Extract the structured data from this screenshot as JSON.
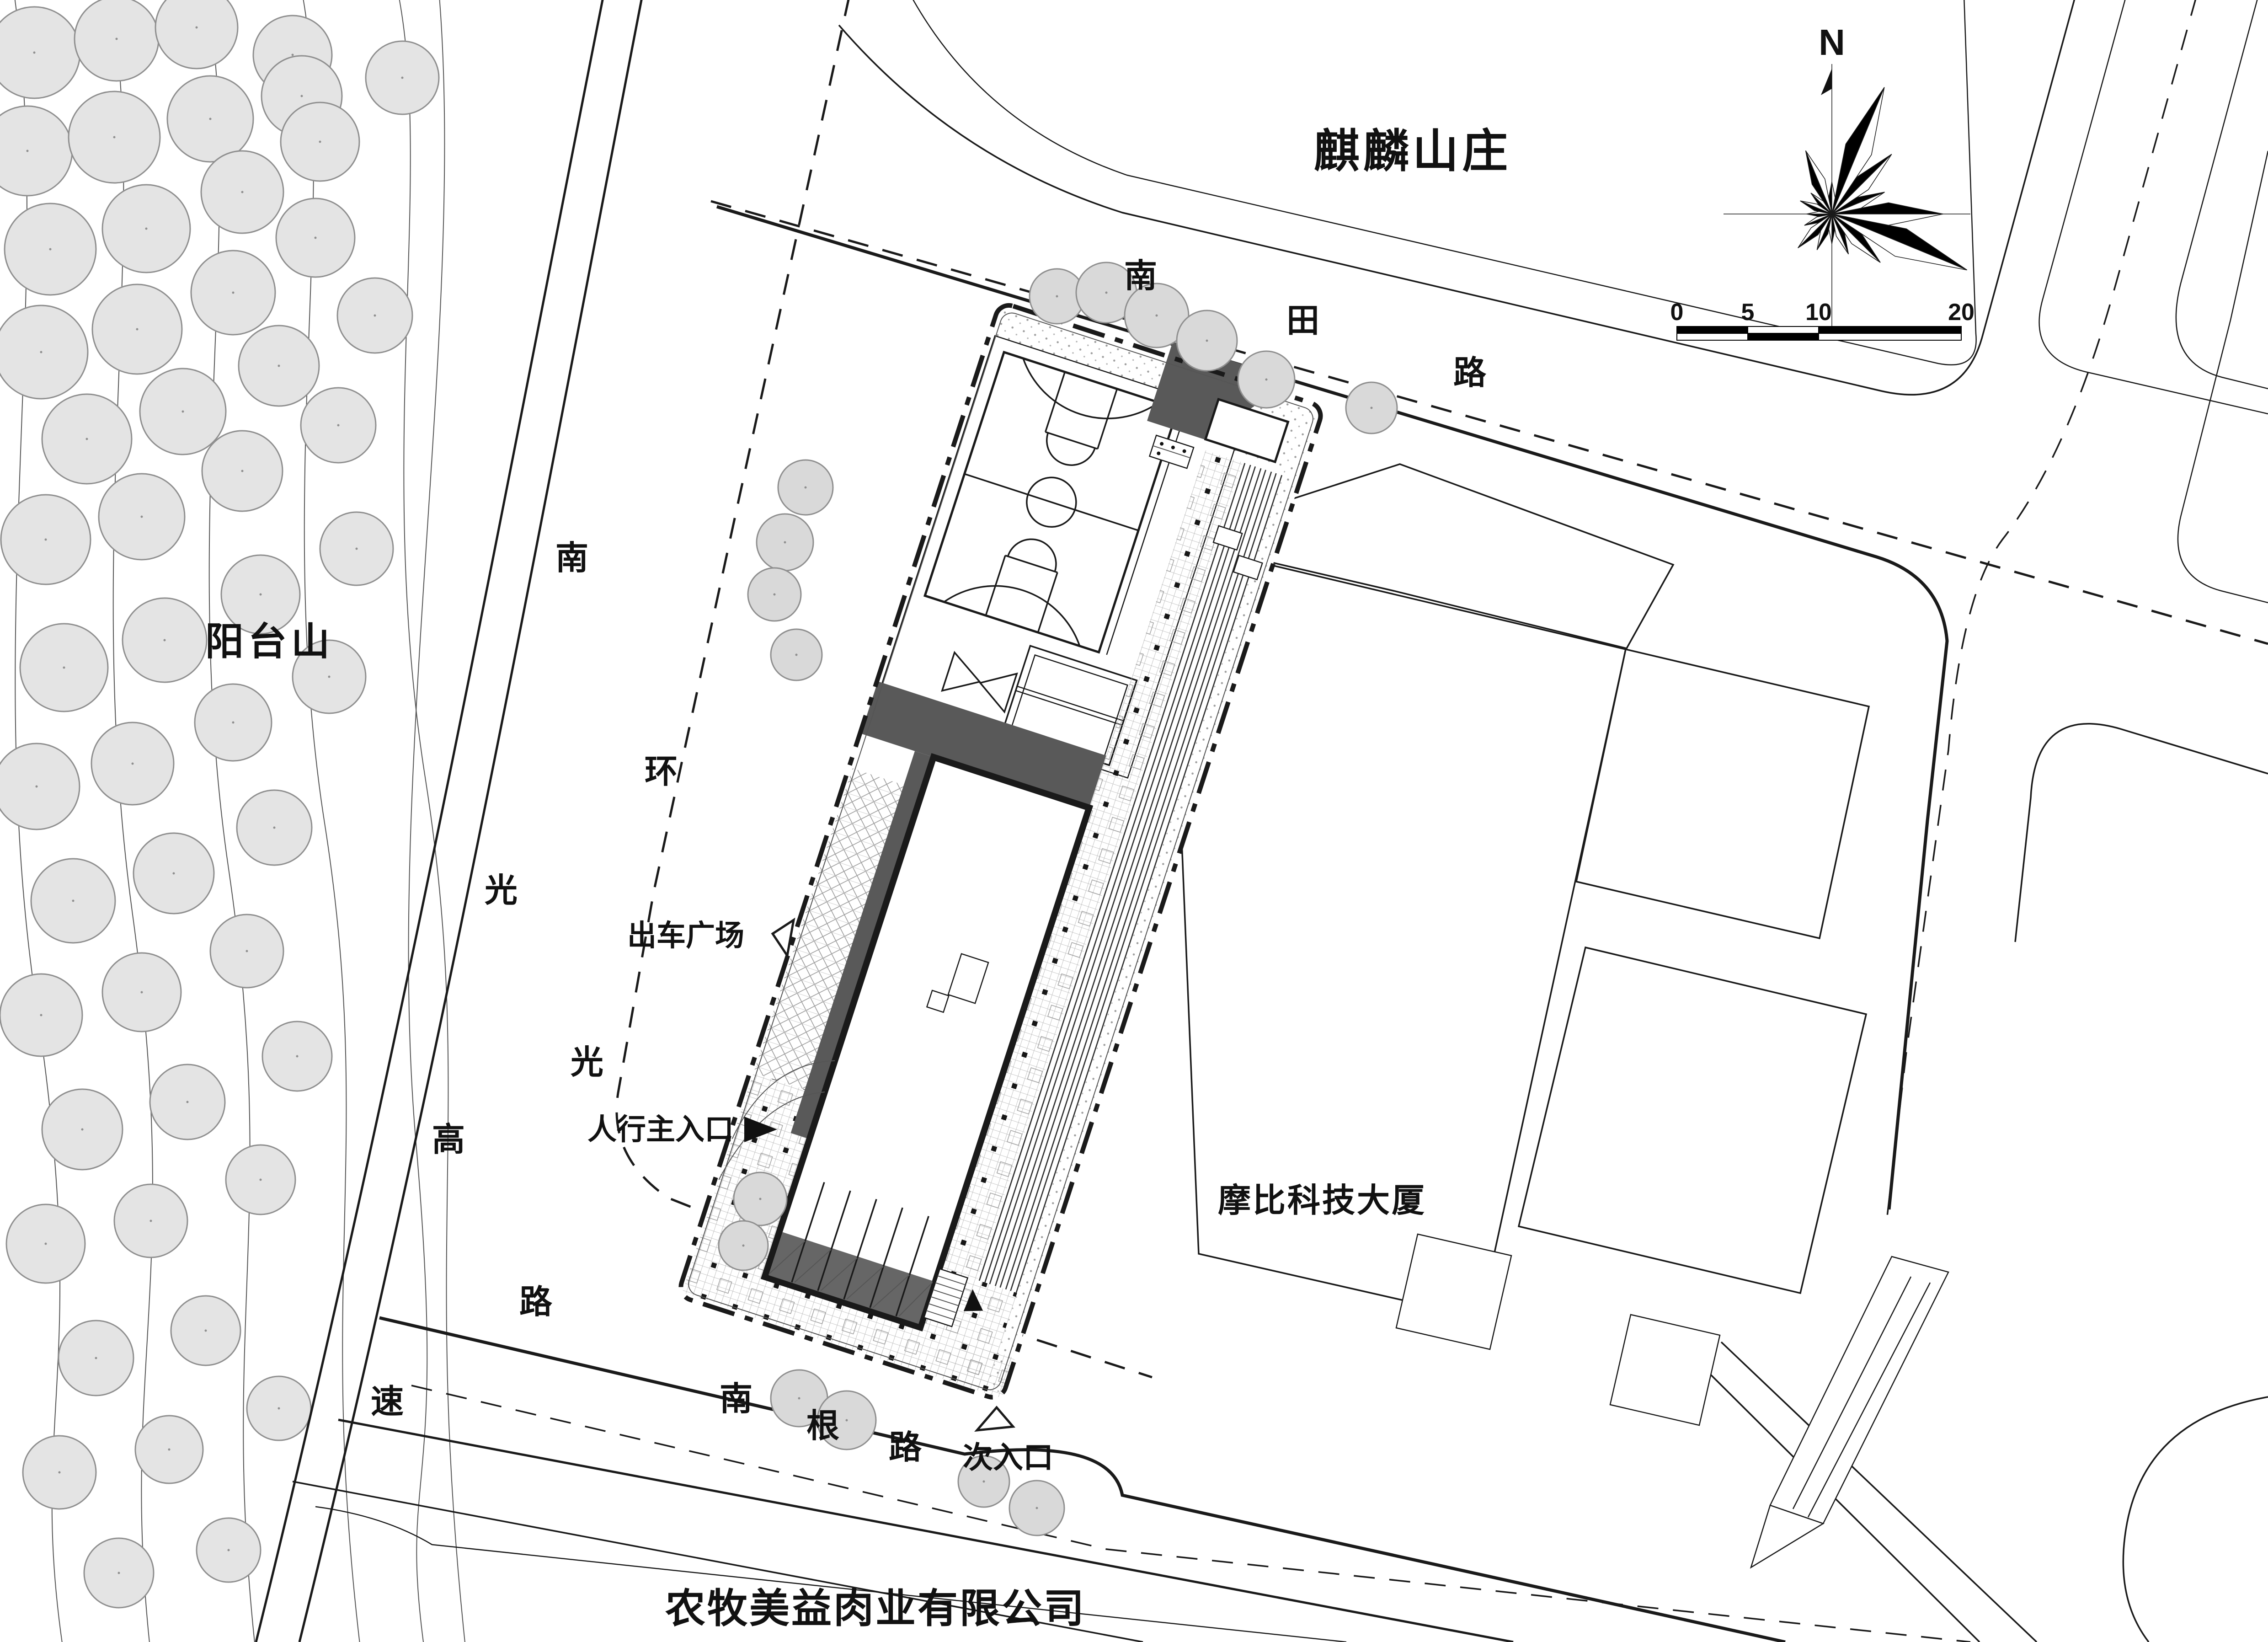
{
  "areas": {
    "mountain_label": "阳台山",
    "villa_label": "麒麟山庄",
    "tower_label": "摩比科技大厦",
    "company_label": "农牧美益肉业有限公司"
  },
  "site": {
    "plaza_label": "出车广场",
    "main_entrance_label": "人行主入口",
    "secondary_entrance_label": "次入口"
  },
  "roads": {
    "nantian": {
      "name": "南田路",
      "chars": [
        "南",
        "田",
        "路"
      ]
    },
    "nanguang": {
      "name": "南光高速",
      "chars": [
        "南",
        "光",
        "高",
        "速"
      ]
    },
    "huanguang": {
      "name": "环光路",
      "chars": [
        "环",
        "光",
        "路"
      ]
    },
    "nangen": {
      "name": "南根路",
      "chars": [
        "南",
        "根",
        "路"
      ]
    }
  },
  "compass": {
    "north_label": "N"
  },
  "scale_bar": {
    "ticks": [
      "0",
      "5",
      "10",
      "20"
    ]
  },
  "colors": {
    "ink": "#1a1a1a",
    "shadow": "#595959",
    "tree_fill": "#e4e4e4",
    "tree_stroke": "#8f8f8f",
    "site_tree_fill": "#d9d9d9"
  }
}
